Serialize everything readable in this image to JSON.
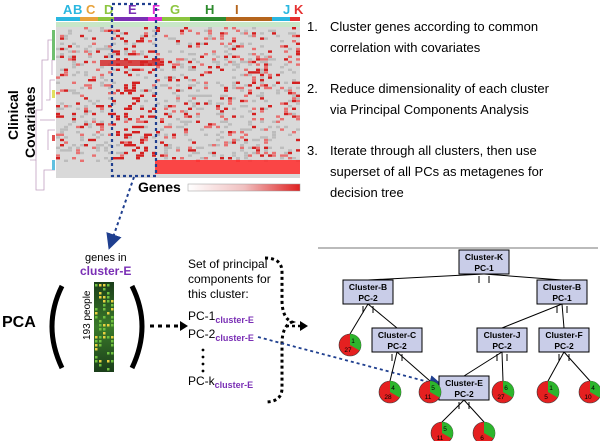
{
  "heatmap": {
    "cluster_letters": [
      {
        "letter": "A",
        "color": "#2ab7e0"
      },
      {
        "letter": "B",
        "color": "#2ab7e0"
      },
      {
        "letter": "C",
        "color": "#e8a23a"
      },
      {
        "letter": "D",
        "color": "#8cc63f"
      },
      {
        "letter": "E",
        "color": "#7a2fb5"
      },
      {
        "letter": "F",
        "color": "#e02bd6"
      },
      {
        "letter": "G",
        "color": "#8cc63f"
      },
      {
        "letter": "H",
        "color": "#2e8b2e"
      },
      {
        "letter": "I",
        "color": "#b5651d"
      },
      {
        "letter": "J",
        "color": "#2ab7e0"
      },
      {
        "letter": "K",
        "color": "#e53030"
      }
    ],
    "ylabel_line1": "Clinical",
    "ylabel_line2": "Covariates",
    "xlabel": "Genes"
  },
  "steps": [
    {
      "num": "1.",
      "line1": "Cluster genes according to common",
      "line2": "correlation with covariates",
      "line3": ""
    },
    {
      "num": "2.",
      "line1": "Reduce dimensionality of each cluster",
      "line2": "via Principal Components Analysis",
      "line3": ""
    },
    {
      "num": "3.",
      "line1": "Iterate through all clusters, then use",
      "line2": "superset of all PCs as metagenes for",
      "line3": "decision tree"
    }
  ],
  "pca": {
    "label": "PCA",
    "genes_in": "genes in",
    "cluster_name": "cluster-E",
    "people": "193 people"
  },
  "principal_components": {
    "title_lines": [
      "Set of principal",
      "components for",
      "this cluster:"
    ],
    "pc1": "PC-1",
    "pc2": "PC-2",
    "pck": "PC-k",
    "subscript": "cluster-E"
  },
  "tree": {
    "nodes": [
      {
        "id": "root",
        "cluster": "Cluster-K",
        "pc": "PC-1"
      },
      {
        "id": "lb",
        "cluster": "Cluster-B",
        "pc": "PC-2"
      },
      {
        "id": "rb",
        "cluster": "Cluster-B",
        "pc": "PC-1"
      },
      {
        "id": "lc",
        "cluster": "Cluster-C",
        "pc": "PC-2"
      },
      {
        "id": "rj",
        "cluster": "Cluster-J",
        "pc": "PC-2"
      },
      {
        "id": "rf",
        "cluster": "Cluster-F",
        "pc": "PC-2"
      },
      {
        "id": "ee",
        "cluster": "Cluster-E",
        "pc": "PC-2"
      }
    ],
    "leaves": [
      {
        "id": "l1",
        "top": "1",
        "bottom": "27"
      },
      {
        "id": "l2",
        "top": "4",
        "bottom": "28"
      },
      {
        "id": "l3",
        "top": "5",
        "bottom": "11"
      },
      {
        "id": "l4",
        "top": "6",
        "bottom": "27"
      },
      {
        "id": "l5",
        "top": "1",
        "bottom": "5"
      },
      {
        "id": "l6",
        "top": "4",
        "bottom": "10"
      },
      {
        "id": "l7",
        "top": "5",
        "bottom": "11"
      },
      {
        "id": "l8",
        "top": "",
        "bottom": "6"
      }
    ],
    "colors": {
      "good": "#2db52d",
      "bad": "#e52020",
      "node_fill": "#c9cde8"
    }
  }
}
